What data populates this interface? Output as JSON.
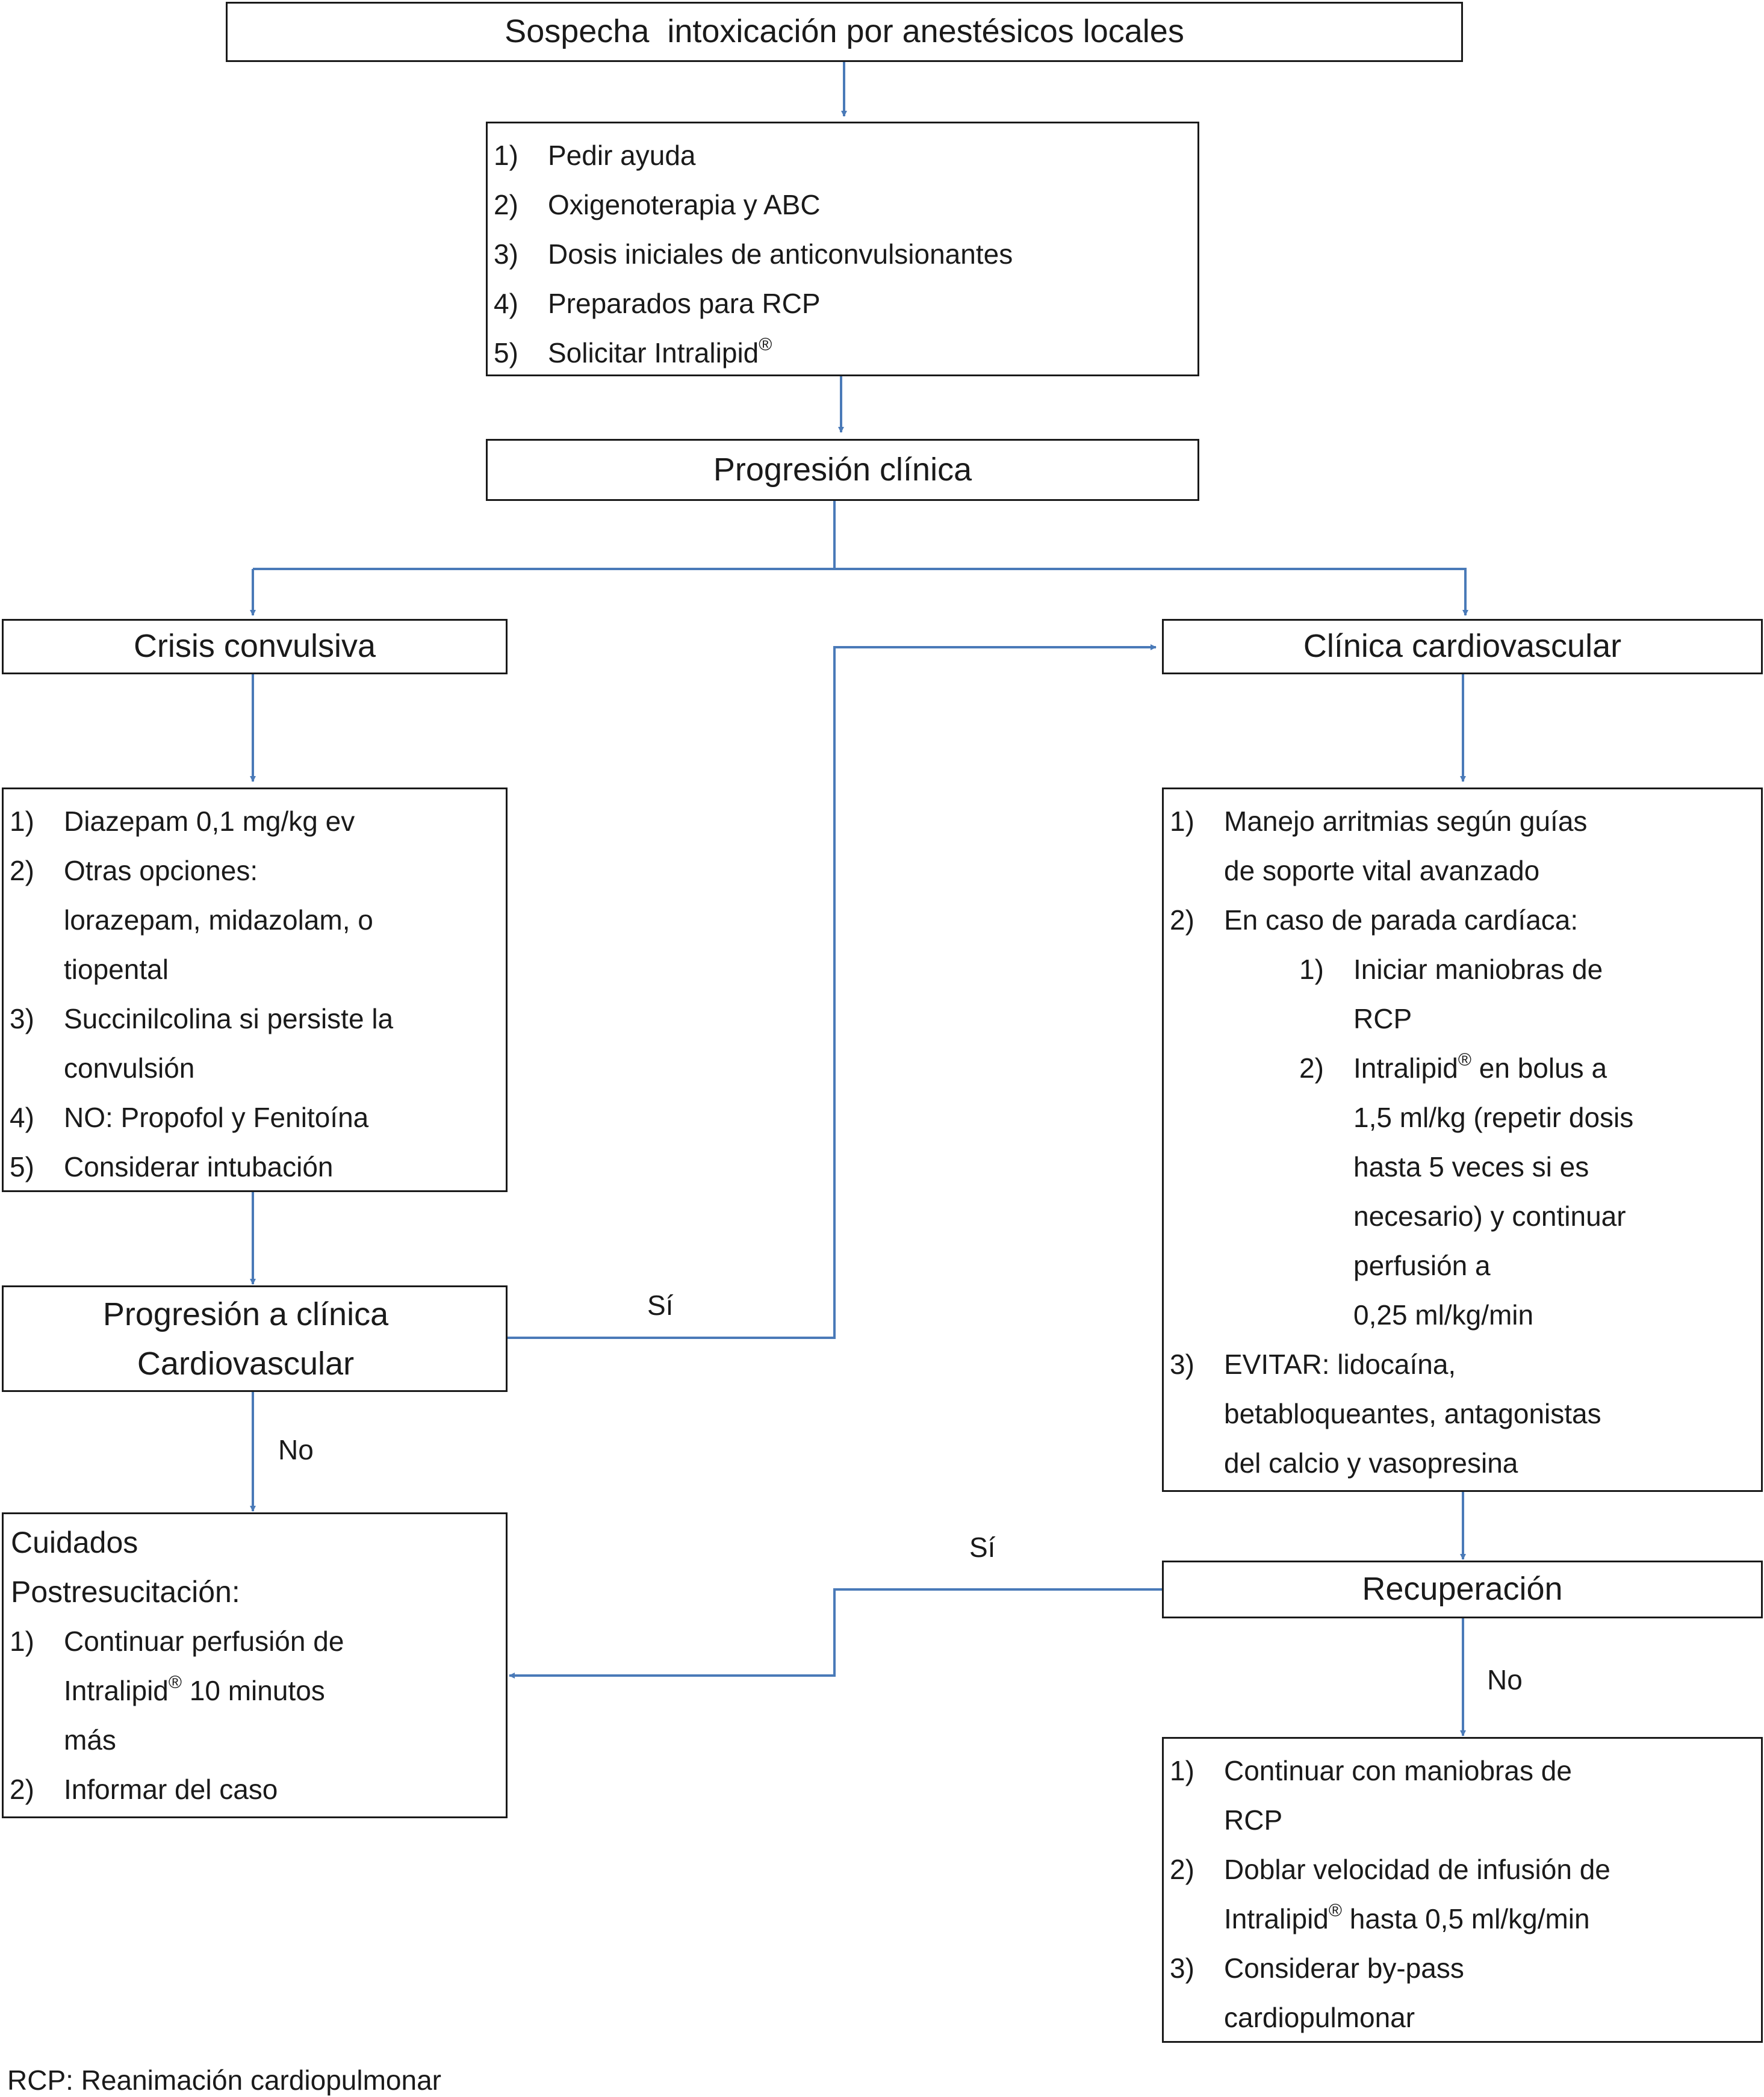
{
  "top": {
    "title": "Sospecha  intoxicación por anestésicos locales"
  },
  "initial_steps": {
    "items": [
      {
        "n": "1)",
        "text": "Pedir ayuda"
      },
      {
        "n": "2)",
        "text": "Oxigenoterapia y ABC"
      },
      {
        "n": "3)",
        "text": "Dosis iniciales de anticonvulsionantes"
      },
      {
        "n": "4)",
        "text": "Preparados para RCP"
      },
      {
        "n": "5)",
        "text": "Solicitar Intralipid",
        "sup": "®"
      }
    ]
  },
  "progression": {
    "title": "Progresión clínica"
  },
  "seizure": {
    "title": "Crisis convulsiva",
    "items": [
      {
        "n": "1)",
        "lines": [
          "Diazepam 0,1 mg/kg ev"
        ]
      },
      {
        "n": "2)",
        "lines": [
          "Otras opciones:",
          "lorazepam, midazolam, o",
          "tiopental"
        ]
      },
      {
        "n": "3)",
        "lines": [
          "Succinilcolina si persiste la",
          "convulsión"
        ]
      },
      {
        "n": "4)",
        "lines": [
          "NO: Propofol y Fenitoína"
        ]
      },
      {
        "n": "5)",
        "lines": [
          "Considerar intubación"
        ]
      }
    ]
  },
  "progression_cv": {
    "line1": "Progresión a clínica",
    "line2": "Cardiovascular"
  },
  "labels": {
    "si_1": "Sí",
    "no_1": "No",
    "si_2": "Sí",
    "no_2": "No"
  },
  "cardio": {
    "title": "Clínica cardiovascular",
    "item1": {
      "n": "1)",
      "line1": "Manejo arritmias según guías",
      "line2": "de soporte vital avanzado"
    },
    "item2": {
      "n": "2)",
      "line1": "En caso de parada cardíaca:"
    },
    "sub1": {
      "n": "1)",
      "line1": "Iniciar maniobras de",
      "line2": "RCP"
    },
    "sub2": {
      "n": "2)",
      "line1": "Intralipid",
      "sup": "®",
      "line1_rest": " en bolus a",
      "line2": "1,5 ml/kg (repetir dosis",
      "line3": "hasta 5 veces si es",
      "line4": "necesario) y continuar",
      "line5": "perfusión a",
      "line6": "0,25 ml/kg/min"
    },
    "item3": {
      "n": "3)",
      "line1": "EVITAR: lidocaína,",
      "line2": "betabloqueantes, antagonistas",
      "line3": "del calcio y vasopresina"
    }
  },
  "recovery": {
    "title": "Recuperación"
  },
  "post": {
    "heading1": "Cuidados",
    "heading2": "Postresucitación:",
    "item1": {
      "n": "1)",
      "line1": "Continuar perfusión de",
      "line2a": "Intralipid",
      "sup": "®",
      "line2b": " 10 minutos",
      "line3": "más"
    },
    "item2": {
      "n": "2)",
      "line1": "Informar del caso"
    }
  },
  "continue": {
    "item1": {
      "n": "1)",
      "line1": "Continuar con maniobras de",
      "line2": "RCP"
    },
    "item2": {
      "n": "2)",
      "line1": "Doblar velocidad de infusión de",
      "line2a": "Intralipid",
      "sup": "®",
      "line2b": " hasta 0,5 ml/kg/min"
    },
    "item3": {
      "n": "3)",
      "line1": "Considerar by-pass",
      "line2": "cardiopulmonar"
    }
  },
  "footnote": "RCP: Reanimación cardiopulmonar",
  "colors": {
    "connector": "#4a7ab8",
    "border": "#1a1a1a"
  }
}
